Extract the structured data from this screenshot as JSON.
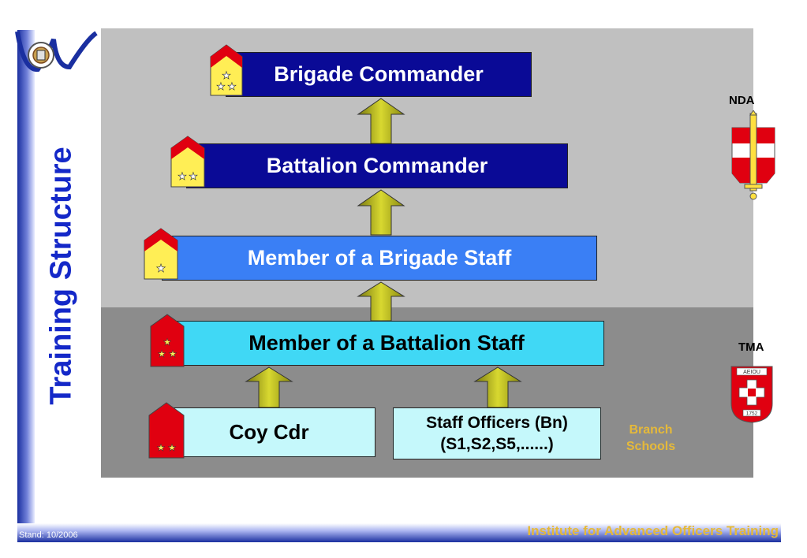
{
  "sidebar": {
    "title": "Training Structure"
  },
  "footer": {
    "stand": "Stand: 10/2006",
    "institute": "Institute for Advanced Officers Training"
  },
  "levels": {
    "brigade_commander": "Brigade Commander",
    "battalion_commander": "Battalion Commander",
    "brigade_staff": "Member of a Brigade Staff",
    "battalion_staff": "Member of a Battalion Staff",
    "coy_cdr": "Coy Cdr",
    "staff_officers_line1": "Staff Officers (Bn)",
    "staff_officers_line2": "(S1,S2,S5,......)"
  },
  "branch_schools": {
    "line1": "Branch",
    "line2": "Schools"
  },
  "institutions": {
    "nda": "NDA",
    "tma": "TMA",
    "tma_crest_top": "AEIOU",
    "tma_crest_year": "1752"
  },
  "colors": {
    "title_blue": "#1428c8",
    "panel_light": "#c0c0c0",
    "panel_dark": "#8c8c8c",
    "dark_blue": "#0a0a96",
    "mid_blue": "#3a7ff5",
    "cyan": "#40d8f5",
    "light_cyan": "#c5f8fb",
    "gold": "#e5b93a",
    "rank_red": "#e00010",
    "rank_yellow": "#ffee55"
  },
  "icons": [
    "logo-crest-icon",
    "rank-badge-icon",
    "up-arrow-icon",
    "nda-crest-icon",
    "tma-crest-icon"
  ]
}
